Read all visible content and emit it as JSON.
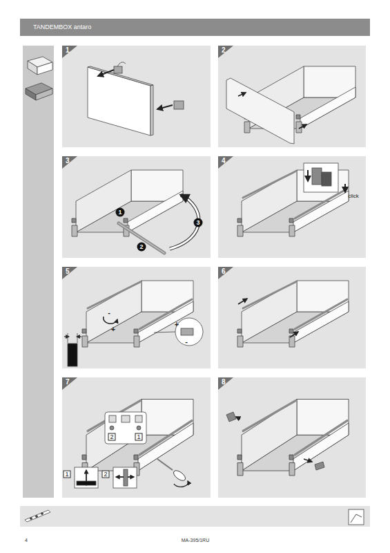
{
  "diagram": {
    "title": "TANDEMBOX antaro",
    "nodes": [
      {
        "text": [
          "1"
        ]
      },
      {
        "text": [
          "2"
        ]
      },
      {
        "text": [
          "3"
        ]
      },
      {
        "text": [
          "4"
        ]
      },
      {
        "text": [
          "5"
        ]
      },
      {
        "text": [
          "6"
        ]
      },
      {
        "text": [
          "7"
        ]
      },
      {
        "text": [
          "8"
        ]
      }
    ],
    "labels": [
      "1",
      "2",
      "3",
      "click",
      "-",
      "+",
      "+",
      "-",
      "2",
      "1",
      "1",
      "2",
      "4",
      "MA-395/1RU"
    ]
  }
}
